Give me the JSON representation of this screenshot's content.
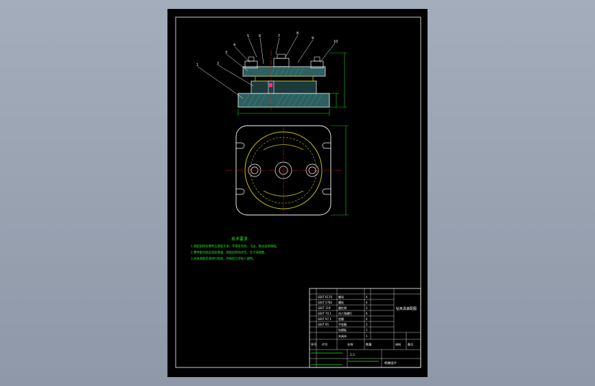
{
  "viewer": {
    "background": "#98a2b2"
  },
  "sheet": {
    "background": "#000000",
    "border_color": "#ffffff"
  },
  "colors": {
    "outline": "#ffffff",
    "hatch": "#2aa1a1",
    "body_fill": "#2f5f5f",
    "hidden": "#c8c800",
    "center": "#dd2222",
    "dimension": "#22cc22",
    "text_notes": "#22ee22",
    "highlight": "#ff2aa0"
  },
  "balloons": [
    "1",
    "2",
    "3",
    "4",
    "5",
    "6",
    "7",
    "8",
    "9",
    "10"
  ],
  "technical_notes": {
    "heading": "技术要求",
    "lines": [
      "1.装配前所有零件应清洗干净，不得有毛刺、飞边、氧化皮等缺陷。",
      "2.零件配合面应涂润滑油，装配后转动灵活，无卡滞现象。",
      "3.夹具装配后须进行检验，合格后方可投入使用。"
    ]
  },
  "title_block": {
    "parts_rows": [
      {
        "code": "GB/T 6170",
        "name": "螺母",
        "qty": "4"
      },
      {
        "code": "GB/T 5782",
        "name": "螺栓",
        "qty": "4"
      },
      {
        "code": "GB/T 119",
        "name": "圆柱销",
        "qty": "2"
      },
      {
        "code": "GB/T 70.1",
        "name": "内六角螺钉",
        "qty": "6"
      },
      {
        "code": "GB/T 97.1",
        "name": "垫圈",
        "qty": "4"
      },
      {
        "code": "GB/T 95",
        "name": "平垫圈",
        "qty": "2"
      },
      {
        "code": "",
        "name": "钻模板",
        "qty": "1"
      },
      {
        "code": "",
        "name": "夹具体",
        "qty": "1"
      }
    ],
    "header_cells": [
      "序号",
      "代号",
      "名称",
      "数量",
      "材料",
      "备注"
    ],
    "drawing_name": "钻夹具装配图",
    "school": "机械设计",
    "scale": "1:1"
  }
}
